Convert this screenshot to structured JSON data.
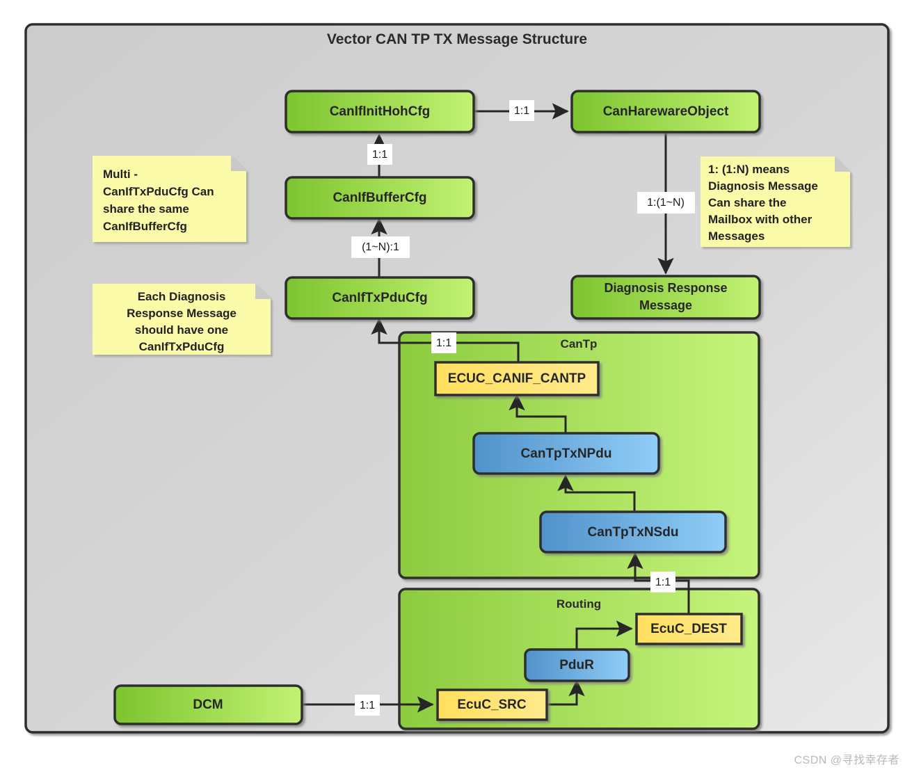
{
  "diagram": {
    "title": "Vector CAN TP TX Message Structure",
    "watermark": "CSDN @寻找幸存者",
    "colors": {
      "canvas": "#d2d2d2",
      "frame_stroke": "#2d2d2d",
      "green_dark": "#7ac32e",
      "green_light": "#bdf06a",
      "blue_dark": "#4f93cd",
      "blue_light": "#8ec9f5",
      "yellow_node": "#ffe266",
      "note_fill": "#fbfaa8",
      "note_fold": "#c8c8c8",
      "edge": "#262626",
      "label_box": "#ffffff"
    },
    "nodes": [
      {
        "id": "canIfInitHohCfg",
        "label": "CanIfInitHohCfg",
        "type": "green-rounded"
      },
      {
        "id": "canHarewareObject",
        "label": "CanHarewareObject",
        "type": "green-rounded"
      },
      {
        "id": "canIfBufferCfg",
        "label": "CanIfBufferCfg",
        "type": "green-rounded"
      },
      {
        "id": "canIfTxPduCfg",
        "label": "CanIfTxPduCfg",
        "type": "green-rounded"
      },
      {
        "id": "diagnosisResponseMessage",
        "label": "Diagnosis Response\nMessage",
        "line1": "Diagnosis Response",
        "line2": "Message",
        "type": "green-rounded"
      },
      {
        "id": "dcm",
        "label": "DCM",
        "type": "green-rounded"
      },
      {
        "id": "ecucCanifCantp",
        "label": "ECUC_CANIF_CANTP",
        "type": "yellow-sharp"
      },
      {
        "id": "ecucDest",
        "label": "EcuC_DEST",
        "type": "yellow-sharp"
      },
      {
        "id": "ecucSrc",
        "label": "EcuC_SRC",
        "type": "yellow-sharp"
      },
      {
        "id": "canTpTxNPdu",
        "label": "CanTpTxNPdu",
        "type": "blue-rounded"
      },
      {
        "id": "canTpTxNSdu",
        "label": "CanTpTxNSdu",
        "type": "blue-rounded"
      },
      {
        "id": "pduR",
        "label": "PduR",
        "type": "blue-rounded"
      }
    ],
    "groups": [
      {
        "id": "cantp",
        "label": "CanTp"
      },
      {
        "id": "routing",
        "label": "Routing"
      }
    ],
    "edge_labels": {
      "hoh_to_hardware": "1:1",
      "buffer_to_hoh": "1:1",
      "txpdu_to_buffer": "(1~N):1",
      "hardware_to_diagnosis": "1:(1~N)",
      "cantp_to_txpducfg": "1:1",
      "dest_to_nsdu": "1:1",
      "dcm_to_src": "1:1"
    },
    "notes": [
      {
        "id": "note-multi",
        "align": "left",
        "lines": [
          "Multi -",
          "CanIfTxPduCfg Can",
          "share the same",
          "CanIfBufferCfg"
        ]
      },
      {
        "id": "note-each-diagnosis",
        "align": "center",
        "lines": [
          "Each Diagnosis",
          "Response Message",
          "should have one",
          "CanIfTxPduCfg"
        ]
      },
      {
        "id": "note-one-to-n",
        "align": "left",
        "lines": [
          "1: (1:N) means",
          "Diagnosis Message",
          "Can share the",
          "Mailbox with other",
          "Messages"
        ]
      }
    ]
  }
}
